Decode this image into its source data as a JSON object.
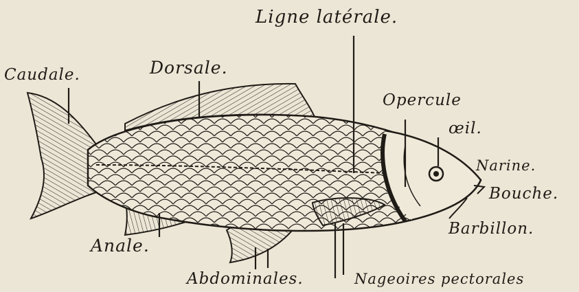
{
  "labels": {
    "ligne_laterale": "Ligne latérale.",
    "caudale": "Caudale.",
    "dorsale": "Dorsale.",
    "opercule": "Opercule",
    "oeil": "œil.",
    "narine": "Narine.",
    "bouche": "Bouche.",
    "barbillon": "Barbillon.",
    "anale": "Anale.",
    "abdominales": "Abdominales.",
    "nageoires_pectorales": "Nageoires pectorales"
  },
  "colors": {
    "paper": "#ece6d6",
    "ink": "#1f1b16"
  }
}
